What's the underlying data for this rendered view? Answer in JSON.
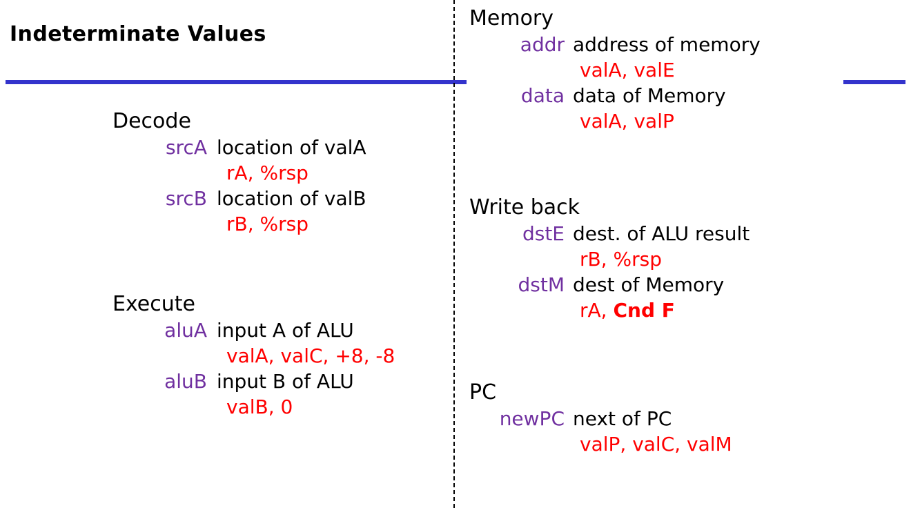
{
  "title": "Indeterminate Values",
  "colors": {
    "rule": "#3333CC",
    "label": "#7030A0",
    "value": "#FF0000",
    "text": "#000000",
    "background": "#FFFFFF"
  },
  "left_column": {
    "sections": [
      {
        "heading": "Decode",
        "signals": [
          {
            "label": "srcA",
            "description": "location of valA",
            "values": "rA, %rsp"
          },
          {
            "label": "srcB",
            "description": "location of valB",
            "values": "rB, %rsp"
          }
        ]
      },
      {
        "heading": "Execute",
        "signals": [
          {
            "label": "aluA",
            "description": "input A of ALU",
            "values": "valA, valC, +8, -8"
          },
          {
            "label": "aluB",
            "description": "input B of ALU",
            "values": "valB, 0"
          }
        ]
      }
    ]
  },
  "right_column": {
    "sections": [
      {
        "heading": "Memory",
        "signals": [
          {
            "label": "addr",
            "description": "address of memory",
            "values": "valA, valE"
          },
          {
            "label": "data",
            "description": "data of Memory",
            "values": "valA, valP"
          }
        ]
      },
      {
        "heading": "Write back",
        "signals": [
          {
            "label": "dstE",
            "description": "dest. of ALU result",
            "values": "rB, %rsp"
          },
          {
            "label": "dstM",
            "description": "dest of Memory",
            "values_plain": "rA, ",
            "values_bold": "Cnd F"
          }
        ]
      },
      {
        "heading": "PC",
        "signals": [
          {
            "label": "newPC",
            "description": "next of PC",
            "values": "valP, valC, valM"
          }
        ]
      }
    ]
  }
}
